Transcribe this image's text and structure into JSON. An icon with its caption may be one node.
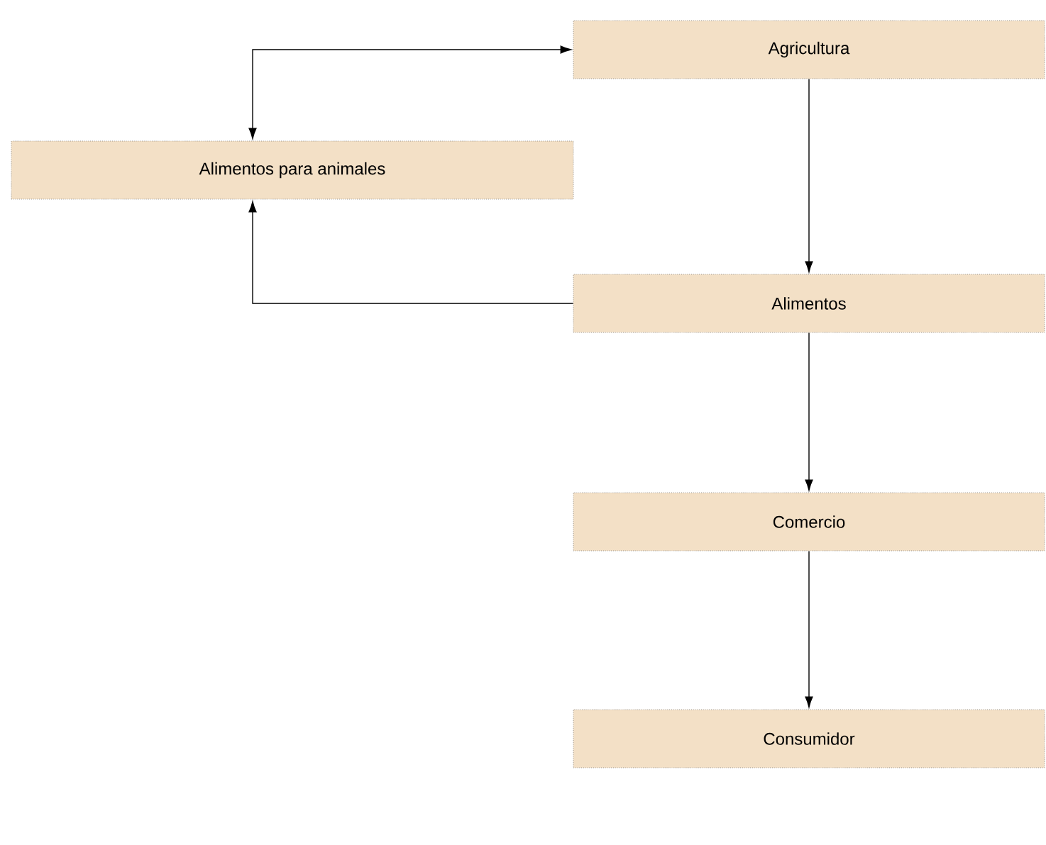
{
  "diagram": {
    "nodes": [
      {
        "text": [
          "Agricultura"
        ]
      },
      {
        "text": [
          "Alimentos para animales"
        ]
      },
      {
        "text": [
          "Alimentos"
        ]
      },
      {
        "text": [
          "Comercio"
        ]
      },
      {
        "text": [
          "Consumidor"
        ]
      }
    ],
    "edges": [
      {
        "from": 1,
        "to": 0,
        "arrow": "both"
      },
      {
        "from": 0,
        "to": 2,
        "arrow": "to"
      },
      {
        "from": 2,
        "to": 1,
        "arrow": "to"
      },
      {
        "from": 2,
        "to": 3,
        "arrow": "to"
      },
      {
        "from": 3,
        "to": 4,
        "arrow": "to"
      }
    ]
  }
}
